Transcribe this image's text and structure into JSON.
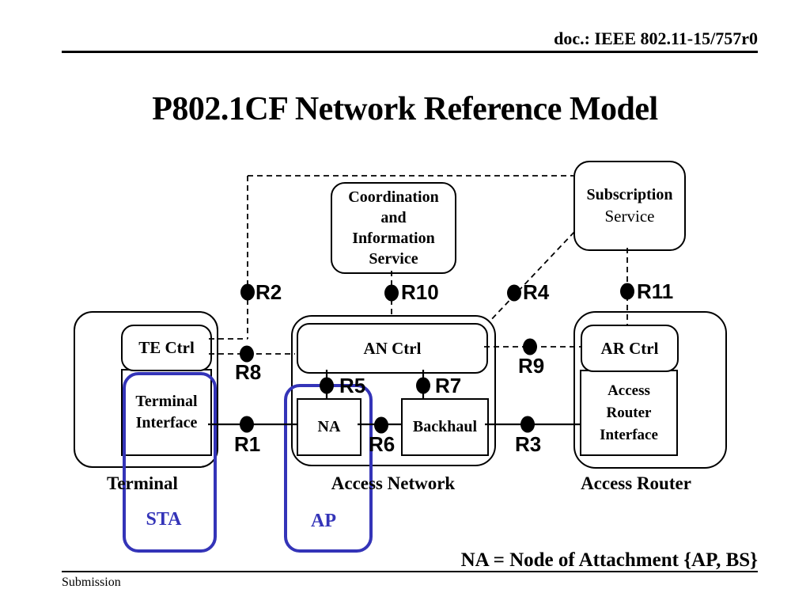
{
  "header": {
    "doc_label": "doc.: IEEE 802.11-15/757r0"
  },
  "title": "P802.1CF Network Reference Model",
  "diagram": {
    "boxes": {
      "coordination_service": "Coordination\nand\nInformation\nService",
      "subscription_service_line1": "Subscription",
      "subscription_service_line2": "Service",
      "te_ctrl": "TE Ctrl",
      "terminal_interface": "Terminal\nInterface",
      "an_ctrl": "AN Ctrl",
      "na": "NA",
      "backhaul": "Backhaul",
      "ar_ctrl": "AR Ctrl",
      "access_router_interface": "Access\nRouter\nInterface"
    },
    "region_labels": {
      "terminal": "Terminal",
      "access_network": "Access Network",
      "access_router": "Access Router"
    },
    "overlay_labels": {
      "sta": "STA",
      "ap": "AP"
    },
    "reference_points": {
      "r1": "R1",
      "r2": "R2",
      "r3": "R3",
      "r4": "R4",
      "r5": "R5",
      "r6": "R6",
      "r7": "R7",
      "r8": "R8",
      "r9": "R9",
      "r10": "R10",
      "r11": "R11"
    },
    "colors": {
      "accent_blue": "#3434b8",
      "line_black": "#000000"
    }
  },
  "footer": {
    "note": "NA = Node of Attachment {AP, BS}",
    "submission": "Submission"
  }
}
